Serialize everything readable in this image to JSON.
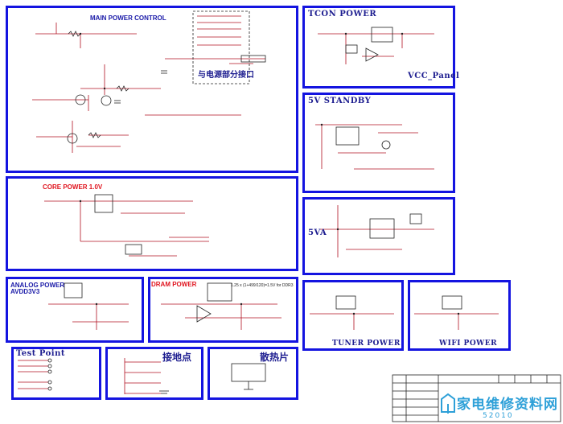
{
  "blocks": {
    "main_power": "MAIN POWER CONTROL",
    "main_power_interface": "与电源部分接口",
    "tcon_power": "TCON POWER",
    "vcc_panel": "VCC_Panel",
    "standby_5v": "5V STANDBY",
    "core_power": "CORE POWER 1.0V",
    "v5a": "5VA",
    "analog_power": "ANALOG POWER",
    "avdd3v3": "AVDD3V3",
    "dram_power": "DRAM POWER",
    "dram_note": "1.25 x (1+499/120)=1.5V for DDR3",
    "tuner_power": "TUNER POWER",
    "wifi_power": "WIFI POWER",
    "test_point": "Test Point",
    "ground_point": "接地点",
    "heatsink": "散热片"
  },
  "watermark": {
    "text": "家电维修资料网",
    "url": "52010"
  },
  "colors": {
    "border": "#1414e0",
    "wire": "#b01020",
    "component": "#222222",
    "title_red": "#e0141e",
    "title_navy": "#1e1e90",
    "watermark": "#2ea0d8"
  }
}
